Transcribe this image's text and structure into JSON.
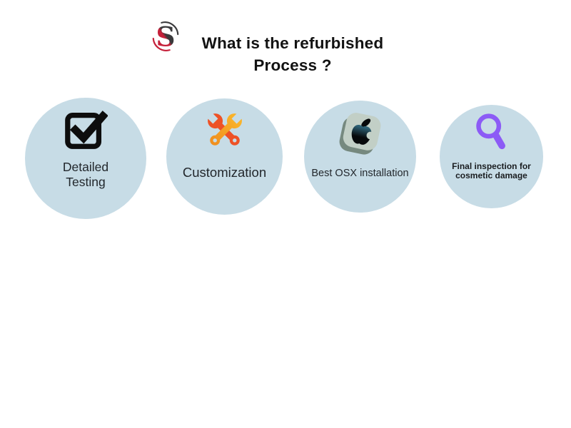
{
  "header": {
    "logo_letter": "S",
    "title_line1": "What is the refurbished",
    "title_line2": "Process ?"
  },
  "steps": [
    {
      "id": "detailed-testing",
      "icon": "checkbox-checked-icon",
      "label_lines": [
        "Detailed",
        "Testing"
      ]
    },
    {
      "id": "customization",
      "icon": "crossed-wrenches-icon",
      "label_lines": [
        "Customization"
      ]
    },
    {
      "id": "best-osx-installation",
      "icon": "apple-logo-3d-icon",
      "label_lines": [
        "Best OSX installation"
      ]
    },
    {
      "id": "final-inspection",
      "icon": "magnifier-icon",
      "label_lines": [
        "Final inspection for",
        "cosmetic damage"
      ]
    }
  ],
  "colors": {
    "page_bg": "#ffffff",
    "circle_bg": "#c7dce6",
    "title_text": "#121212",
    "label_text": "#22272c",
    "icon_black": "#0d0d0d",
    "wrench_red": "#ee5226",
    "wrench_yellow_top": "#f9b32a",
    "wrench_yellow_bottom": "#f0901f",
    "apple_face": "#c2cfc6",
    "apple_side": "#76897f",
    "apple_teal": "#2d6175",
    "apple_dark": "#07090b",
    "magnifier_purple": "#8c5bf6",
    "logo_dark": "#3a3a3c",
    "logo_red": "#c5203a"
  }
}
